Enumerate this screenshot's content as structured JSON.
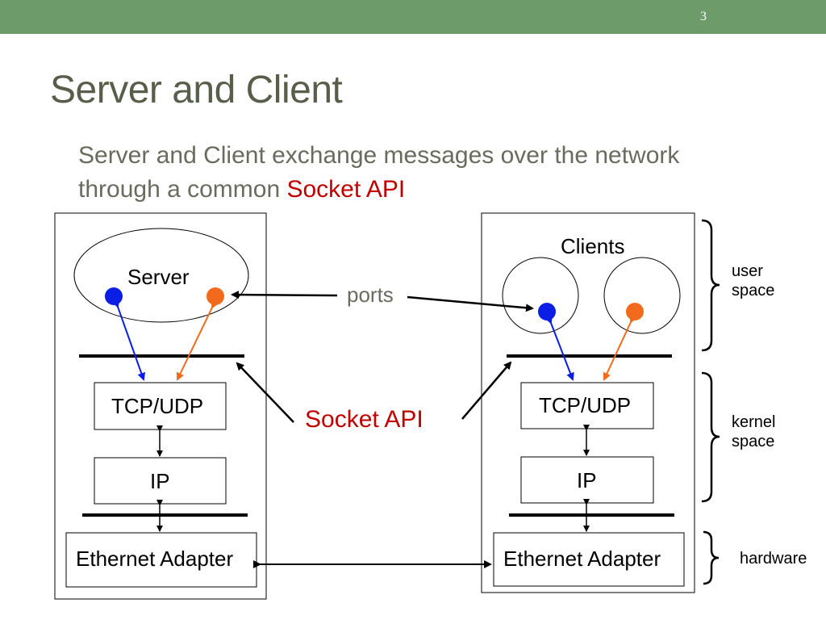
{
  "slide": {
    "number": "3",
    "title": "Server and Client",
    "subtitle_text": "Server and Client exchange messages over the network through a common ",
    "subtitle_highlight": "Socket API",
    "accent_bar_color": "#6e9b6a",
    "highlight_color": "#c00000"
  },
  "server": {
    "label": "Server",
    "tcp_udp": "TCP/UDP",
    "ip": "IP",
    "ethernet": "Ethernet Adapter"
  },
  "client": {
    "label": "Clients",
    "tcp_udp": "TCP/UDP",
    "ip": "IP",
    "ethernet": "Ethernet Adapter"
  },
  "center": {
    "ports": "ports",
    "socket_api": "Socket API"
  },
  "layers": {
    "user_space_1": "user",
    "user_space_2": "space",
    "kernel_space_1": "kernel",
    "kernel_space_2": "space",
    "hardware": "hardware"
  },
  "port_colors": {
    "blue": "#0a1ee6",
    "orange": "#f26a1b"
  }
}
